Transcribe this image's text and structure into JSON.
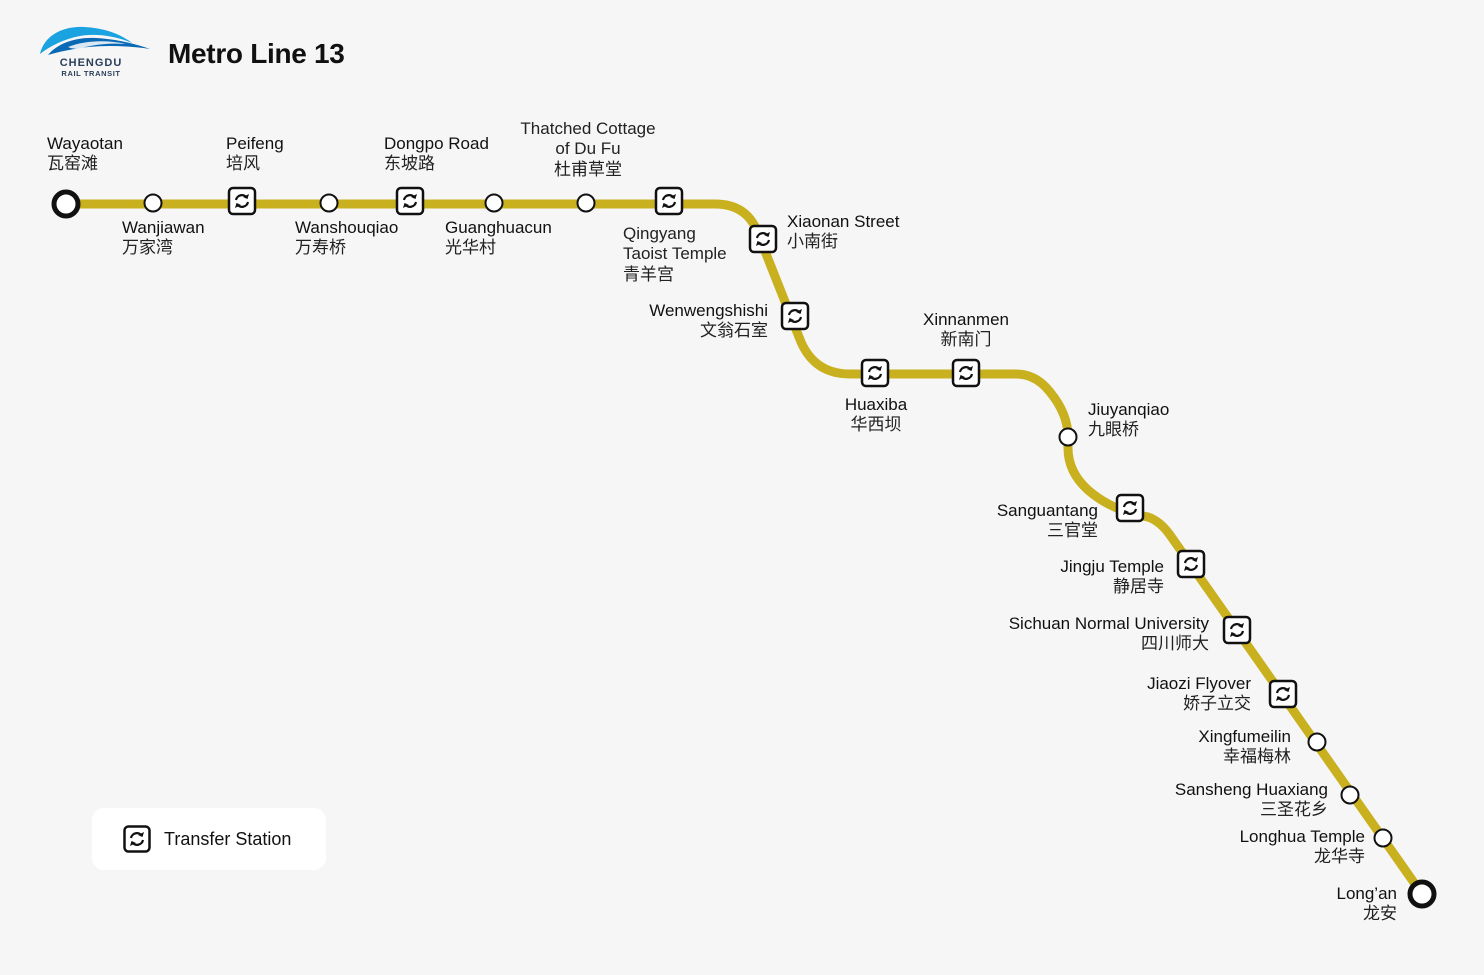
{
  "brand": {
    "name": "CHENGDU",
    "sub": "RAIL TRANSIT"
  },
  "title": "Metro Line 13",
  "line_color": "#c9b01e",
  "legend": {
    "label": "Transfer Station",
    "icon": "transfer-icon"
  },
  "stations": [
    {
      "id": "wayaotan",
      "en": "Wayaotan",
      "cn": "瓦窑滩",
      "kind": "terminal"
    },
    {
      "id": "wanjiawan",
      "en": "Wanjiawan",
      "cn": "万家湾",
      "kind": "regular"
    },
    {
      "id": "peifeng",
      "en": "Peifeng",
      "cn": "培风",
      "kind": "transfer"
    },
    {
      "id": "wanshouqiao",
      "en": "Wanshouqiao",
      "cn": "万寿桥",
      "kind": "regular"
    },
    {
      "id": "dongpo-road",
      "en": "Dongpo Road",
      "cn": "东坡路",
      "kind": "transfer"
    },
    {
      "id": "guanghuacun",
      "en": "Guanghuacun",
      "cn": "光华村",
      "kind": "regular"
    },
    {
      "id": "thatched-cottage",
      "en_lines": [
        "Thatched Cottage",
        "of Du Fu"
      ],
      "cn": "杜甫草堂",
      "kind": "regular"
    },
    {
      "id": "qingyang",
      "en_lines": [
        "Qingyang",
        "Taoist Temple"
      ],
      "cn": "青羊宫",
      "kind": "transfer"
    },
    {
      "id": "xiaonan-street",
      "en": "Xiaonan Street",
      "cn": "小南街",
      "kind": "transfer"
    },
    {
      "id": "wenwengshishi",
      "en": "Wenwengshishi",
      "cn": "文翁石室",
      "kind": "transfer"
    },
    {
      "id": "huaxiba",
      "en": "Huaxiba",
      "cn": "华西坝",
      "kind": "transfer"
    },
    {
      "id": "xinnanmen",
      "en": "Xinnanmen",
      "cn": "新南门",
      "kind": "transfer"
    },
    {
      "id": "jiuyanqiao",
      "en": "Jiuyanqiao",
      "cn": "九眼桥",
      "kind": "regular"
    },
    {
      "id": "sanguantang",
      "en": "Sanguantang",
      "cn": "三官堂",
      "kind": "transfer"
    },
    {
      "id": "jingju-temple",
      "en": "Jingju Temple",
      "cn": "静居寺",
      "kind": "transfer"
    },
    {
      "id": "sichuan-normal-university",
      "en": "Sichuan Normal University",
      "cn": "四川师大",
      "kind": "transfer"
    },
    {
      "id": "jiaozi-flyover",
      "en": "Jiaozi Flyover",
      "cn": "娇子立交",
      "kind": "transfer"
    },
    {
      "id": "xingfumeilin",
      "en": "Xingfumeilin",
      "cn": "幸福梅林",
      "kind": "regular"
    },
    {
      "id": "sansheng-huaxiang",
      "en": "Sansheng Huaxiang",
      "cn": "三圣花乡",
      "kind": "regular"
    },
    {
      "id": "longhua-temple",
      "en": "Longhua Temple",
      "cn": "龙华寺",
      "kind": "regular"
    },
    {
      "id": "longan",
      "en": "Long’an",
      "cn": "龙安",
      "kind": "terminal"
    }
  ]
}
